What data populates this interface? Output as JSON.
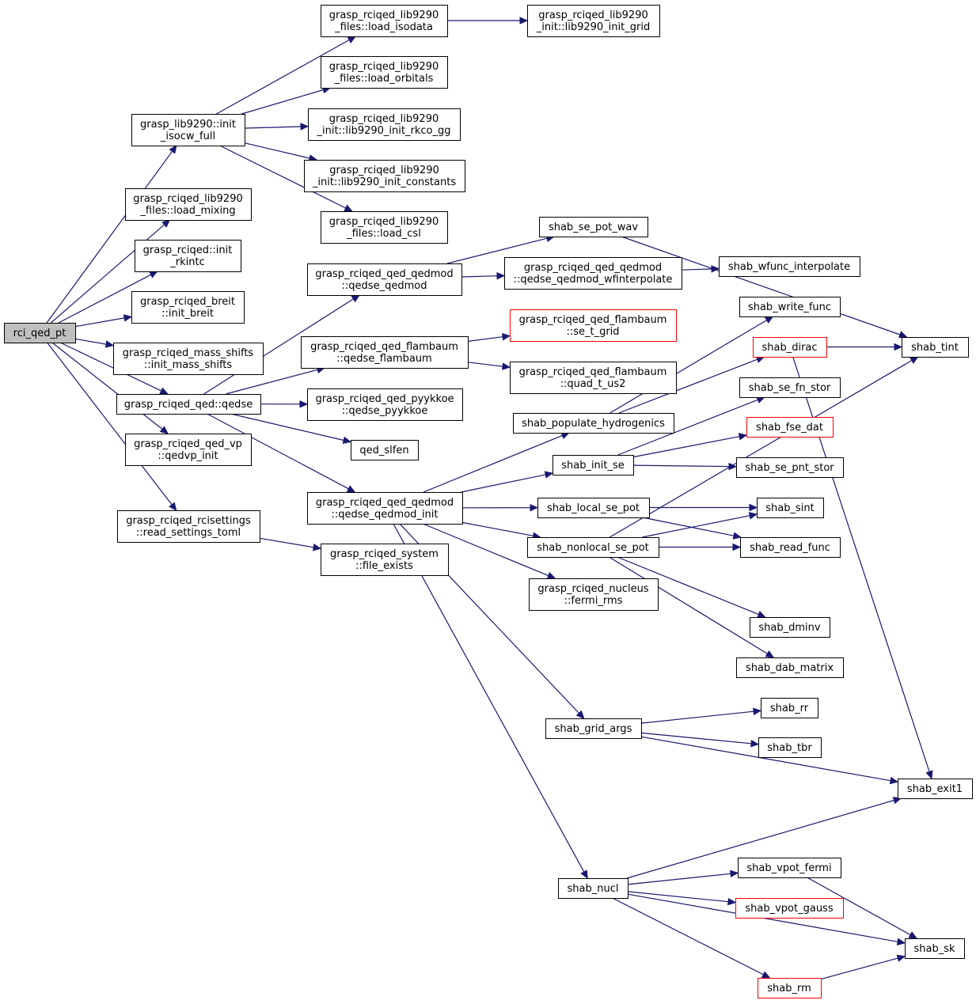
{
  "colors": {
    "edge": "#191970",
    "current_fill": "#bfbfbf",
    "node_border": "#000000",
    "truncated_border": "#ff0000"
  },
  "nodes": [
    {
      "id": "rci_qed_pt",
      "lines": [
        "rci_qed_pt"
      ],
      "current": true
    },
    {
      "id": "init_isocw_full",
      "lines": [
        "grasp_lib9290::init",
        "_isocw_full"
      ]
    },
    {
      "id": "load_mixing",
      "lines": [
        "grasp_rciqed_lib9290",
        "_files::load_mixing"
      ]
    },
    {
      "id": "init_rkintc",
      "lines": [
        "grasp_rciqed::init",
        "_rkintc"
      ]
    },
    {
      "id": "init_breit",
      "lines": [
        "grasp_rciqed_breit",
        "::init_breit"
      ]
    },
    {
      "id": "init_mass_shifts",
      "lines": [
        "grasp_rciqed_mass_shifts",
        "::init_mass_shifts"
      ]
    },
    {
      "id": "qedse",
      "lines": [
        "grasp_rciqed_qed::qedse"
      ]
    },
    {
      "id": "qedvp_init",
      "lines": [
        "grasp_rciqed_qed_vp",
        "::qedvp_init"
      ]
    },
    {
      "id": "read_settings_toml",
      "lines": [
        "grasp_rciqed_rcisettings",
        "::read_settings_toml"
      ]
    },
    {
      "id": "load_isodata",
      "lines": [
        "grasp_rciqed_lib9290",
        "_files::load_isodata"
      ]
    },
    {
      "id": "load_orbitals",
      "lines": [
        "grasp_rciqed_lib9290",
        "_files::load_orbitals"
      ]
    },
    {
      "id": "init_rkco_gg",
      "lines": [
        "grasp_rciqed_lib9290",
        "_init::lib9290_init_rkco_gg"
      ]
    },
    {
      "id": "init_constants",
      "lines": [
        "grasp_rciqed_lib9290",
        "_init::lib9290_init_constants"
      ]
    },
    {
      "id": "load_csl",
      "lines": [
        "grasp_rciqed_lib9290",
        "_files::load_csl"
      ]
    },
    {
      "id": "init_grid",
      "lines": [
        "grasp_rciqed_lib9290",
        "_init::lib9290_init_grid"
      ]
    },
    {
      "id": "qedse_qedmod",
      "lines": [
        "grasp_rciqed_qed_qedmod",
        "::qedse_qedmod"
      ]
    },
    {
      "id": "qedse_flambaum",
      "lines": [
        "grasp_rciqed_qed_flambaum",
        "::qedse_flambaum"
      ]
    },
    {
      "id": "qedse_pyykkoe",
      "lines": [
        "grasp_rciqed_qed_pyykkoe",
        "::qedse_pyykkoe"
      ]
    },
    {
      "id": "qed_slfen",
      "lines": [
        "qed_slfen"
      ]
    },
    {
      "id": "qedse_qedmod_init",
      "lines": [
        "grasp_rciqed_qed_qedmod",
        "::qedse_qedmod_init"
      ]
    },
    {
      "id": "file_exists",
      "lines": [
        "grasp_rciqed_system",
        "::file_exists"
      ]
    },
    {
      "id": "shab_se_pot_wav",
      "lines": [
        "shab_se_pot_wav"
      ]
    },
    {
      "id": "wfinterpolate",
      "lines": [
        "grasp_rciqed_qed_qedmod",
        "::qedse_qedmod_wfinterpolate"
      ]
    },
    {
      "id": "se_t_grid",
      "lines": [
        "grasp_rciqed_qed_flambaum",
        "::se_t_grid"
      ],
      "red": true
    },
    {
      "id": "quad_t_us2",
      "lines": [
        "grasp_rciqed_qed_flambaum",
        "::quad_t_us2"
      ]
    },
    {
      "id": "shab_populate_hydrogenics",
      "lines": [
        "shab_populate_hydrogenics"
      ]
    },
    {
      "id": "shab_init_se",
      "lines": [
        "shab_init_se"
      ]
    },
    {
      "id": "shab_local_se_pot",
      "lines": [
        "shab_local_se_pot"
      ]
    },
    {
      "id": "shab_nonlocal_se_pot",
      "lines": [
        "shab_nonlocal_se_pot"
      ]
    },
    {
      "id": "fermi_rms",
      "lines": [
        "grasp_rciqed_nucleus",
        "::fermi_rms"
      ]
    },
    {
      "id": "shab_grid_args",
      "lines": [
        "shab_grid_args"
      ]
    },
    {
      "id": "shab_nucl",
      "lines": [
        "shab_nucl"
      ]
    },
    {
      "id": "shab_wfunc_interpolate",
      "lines": [
        "shab_wfunc_interpolate"
      ]
    },
    {
      "id": "shab_write_func",
      "lines": [
        "shab_write_func"
      ]
    },
    {
      "id": "shab_dirac",
      "lines": [
        "shab_dirac"
      ],
      "red": true
    },
    {
      "id": "shab_se_fn_stor",
      "lines": [
        "shab_se_fn_stor"
      ]
    },
    {
      "id": "shab_fse_dat",
      "lines": [
        "shab_fse_dat"
      ],
      "red": true
    },
    {
      "id": "shab_se_pnt_stor",
      "lines": [
        "shab_se_pnt_stor"
      ]
    },
    {
      "id": "shab_sint",
      "lines": [
        "shab_sint"
      ]
    },
    {
      "id": "shab_read_func",
      "lines": [
        "shab_read_func"
      ]
    },
    {
      "id": "shab_dminv",
      "lines": [
        "shab_dminv"
      ]
    },
    {
      "id": "shab_dab_matrix",
      "lines": [
        "shab_dab_matrix"
      ]
    },
    {
      "id": "shab_rr",
      "lines": [
        "shab_rr"
      ]
    },
    {
      "id": "shab_tbr",
      "lines": [
        "shab_tbr"
      ]
    },
    {
      "id": "shab_exit1",
      "lines": [
        "shab_exit1"
      ]
    },
    {
      "id": "shab_vpot_fermi",
      "lines": [
        "shab_vpot_fermi"
      ]
    },
    {
      "id": "shab_vpot_gauss",
      "lines": [
        "shab_vpot_gauss"
      ],
      "red": true
    },
    {
      "id": "shab_sk",
      "lines": [
        "shab_sk"
      ]
    },
    {
      "id": "shab_rm",
      "lines": [
        "shab_rm"
      ],
      "red": true
    },
    {
      "id": "shab_tint",
      "lines": [
        "shab_tint"
      ]
    }
  ],
  "edges": [
    [
      "rci_qed_pt",
      "init_isocw_full"
    ],
    [
      "rci_qed_pt",
      "load_mixing"
    ],
    [
      "rci_qed_pt",
      "init_rkintc"
    ],
    [
      "rci_qed_pt",
      "init_breit"
    ],
    [
      "rci_qed_pt",
      "init_mass_shifts"
    ],
    [
      "rci_qed_pt",
      "qedse"
    ],
    [
      "rci_qed_pt",
      "qedvp_init"
    ],
    [
      "rci_qed_pt",
      "read_settings_toml"
    ],
    [
      "init_isocw_full",
      "load_isodata"
    ],
    [
      "init_isocw_full",
      "load_orbitals"
    ],
    [
      "init_isocw_full",
      "init_rkco_gg"
    ],
    [
      "init_isocw_full",
      "init_constants"
    ],
    [
      "init_isocw_full",
      "load_csl"
    ],
    [
      "load_isodata",
      "init_grid"
    ],
    [
      "read_settings_toml",
      "file_exists"
    ],
    [
      "qedse",
      "qedse_qedmod"
    ],
    [
      "qedse",
      "qedse_flambaum"
    ],
    [
      "qedse",
      "qedse_pyykkoe"
    ],
    [
      "qedse",
      "qed_slfen"
    ],
    [
      "qedse",
      "qedse_qedmod_init"
    ],
    [
      "qedse_qedmod",
      "shab_se_pot_wav"
    ],
    [
      "qedse_qedmod",
      "wfinterpolate"
    ],
    [
      "wfinterpolate",
      "shab_wfunc_interpolate"
    ],
    [
      "shab_se_pot_wav",
      "shab_tint"
    ],
    [
      "qedse_flambaum",
      "se_t_grid"
    ],
    [
      "qedse_flambaum",
      "quad_t_us2"
    ],
    [
      "qedse_qedmod_init",
      "shab_populate_hydrogenics"
    ],
    [
      "qedse_qedmod_init",
      "shab_init_se"
    ],
    [
      "qedse_qedmod_init",
      "shab_local_se_pot"
    ],
    [
      "qedse_qedmod_init",
      "shab_nonlocal_se_pot"
    ],
    [
      "qedse_qedmod_init",
      "fermi_rms"
    ],
    [
      "qedse_qedmod_init",
      "shab_grid_args"
    ],
    [
      "qedse_qedmod_init",
      "shab_nucl"
    ],
    [
      "shab_populate_hydrogenics",
      "shab_write_func"
    ],
    [
      "shab_populate_hydrogenics",
      "shab_dirac"
    ],
    [
      "shab_dirac",
      "shab_tint"
    ],
    [
      "shab_dirac",
      "shab_exit1"
    ],
    [
      "shab_init_se",
      "shab_se_fn_stor"
    ],
    [
      "shab_init_se",
      "shab_fse_dat"
    ],
    [
      "shab_init_se",
      "shab_se_pnt_stor"
    ],
    [
      "shab_local_se_pot",
      "shab_sint"
    ],
    [
      "shab_local_se_pot",
      "shab_read_func"
    ],
    [
      "shab_nonlocal_se_pot",
      "shab_sint"
    ],
    [
      "shab_nonlocal_se_pot",
      "shab_read_func"
    ],
    [
      "shab_nonlocal_se_pot",
      "shab_tint"
    ],
    [
      "shab_nonlocal_se_pot",
      "shab_dminv"
    ],
    [
      "shab_nonlocal_se_pot",
      "shab_dab_matrix"
    ],
    [
      "shab_grid_args",
      "shab_rr"
    ],
    [
      "shab_grid_args",
      "shab_tbr"
    ],
    [
      "shab_grid_args",
      "shab_exit1"
    ],
    [
      "shab_nucl",
      "shab_exit1"
    ],
    [
      "shab_nucl",
      "shab_vpot_fermi"
    ],
    [
      "shab_nucl",
      "shab_vpot_gauss"
    ],
    [
      "shab_nucl",
      "shab_sk"
    ],
    [
      "shab_nucl",
      "shab_rm"
    ],
    [
      "shab_vpot_fermi",
      "shab_sk"
    ],
    [
      "shab_rm",
      "shab_sk"
    ]
  ]
}
